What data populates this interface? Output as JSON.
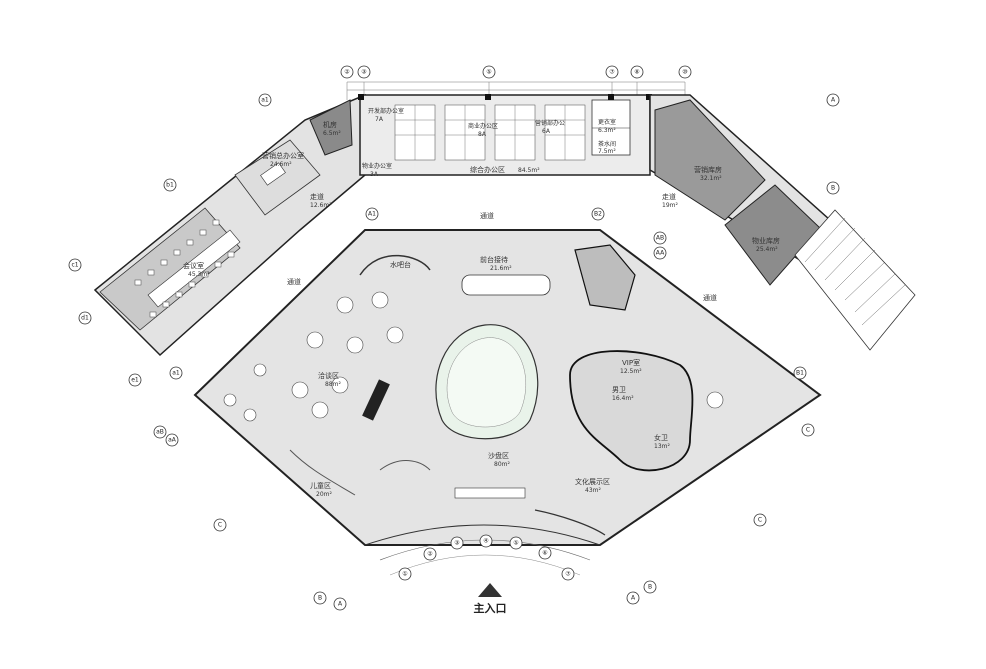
{
  "main_entrance": "主入口",
  "corridors": [
    "通道",
    "通道",
    "通道"
  ],
  "rooms": {
    "machine_room": {
      "name": "机房",
      "area": "6.5m²"
    },
    "marketing_director": {
      "name": "营销总办公室",
      "area": "24.6m²"
    },
    "meeting_room": {
      "name": "会议室",
      "area": "45.3m²"
    },
    "corridor_left": {
      "name": "走道",
      "area": "12.6m²"
    },
    "open_office": {
      "name": "综合办公区",
      "area": "84.5m²"
    },
    "office_a": {
      "name": "开发部办公室",
      "area": "7A"
    },
    "office_b": {
      "name": "商业办公区",
      "area": "8A"
    },
    "office_c": {
      "name": "营销部办公",
      "area": "6A"
    },
    "office_d": {
      "name": "物业办公室",
      "area": "3A"
    },
    "changing": {
      "name": "更衣室",
      "area": "6.3m²"
    },
    "pantry": {
      "name": "茶水间",
      "area": "7.5m²"
    },
    "storage": {
      "name": "营销库房",
      "area": "32.1m²"
    },
    "corridor_right": {
      "name": "走道",
      "area": "19m²"
    },
    "property_storage": {
      "name": "物业库房",
      "area": "25.4m²"
    },
    "water_bar": {
      "name": "水吧台",
      "area": ""
    },
    "reception": {
      "name": "前台接待",
      "area": "21.6m²"
    },
    "negotiation": {
      "name": "洽谈区",
      "area": "88m²"
    },
    "sand_table": {
      "name": "沙盘区",
      "area": "80m²"
    },
    "kids": {
      "name": "儿童区",
      "area": "20m²"
    },
    "culture": {
      "name": "文化展示区",
      "area": "43m²"
    },
    "vip": {
      "name": "VIP室",
      "area": "12.5m²"
    },
    "male_wc": {
      "name": "男卫",
      "area": "16.4m²"
    },
    "female_wc": {
      "name": "女卫",
      "area": "13m²"
    }
  },
  "grid_labels": {
    "top": [
      "②",
      "③",
      "⑤",
      "⑦",
      "⑧",
      "⑩"
    ],
    "left": [
      "a1",
      "b1",
      "c1",
      "d1",
      "e1"
    ],
    "right": [
      "A",
      "B",
      "C"
    ],
    "bottom_left": [
      "B",
      "A",
      "C"
    ],
    "bottom_right": [
      "A",
      "B",
      "C"
    ],
    "entrance_axes": [
      "①",
      "②",
      "③",
      "④",
      "⑤",
      "⑥",
      "⑦"
    ],
    "mid_left": [
      "A1",
      "a1",
      "aB",
      "aA"
    ],
    "mid_right": [
      "B2",
      "B1",
      "AB",
      "AA"
    ]
  }
}
